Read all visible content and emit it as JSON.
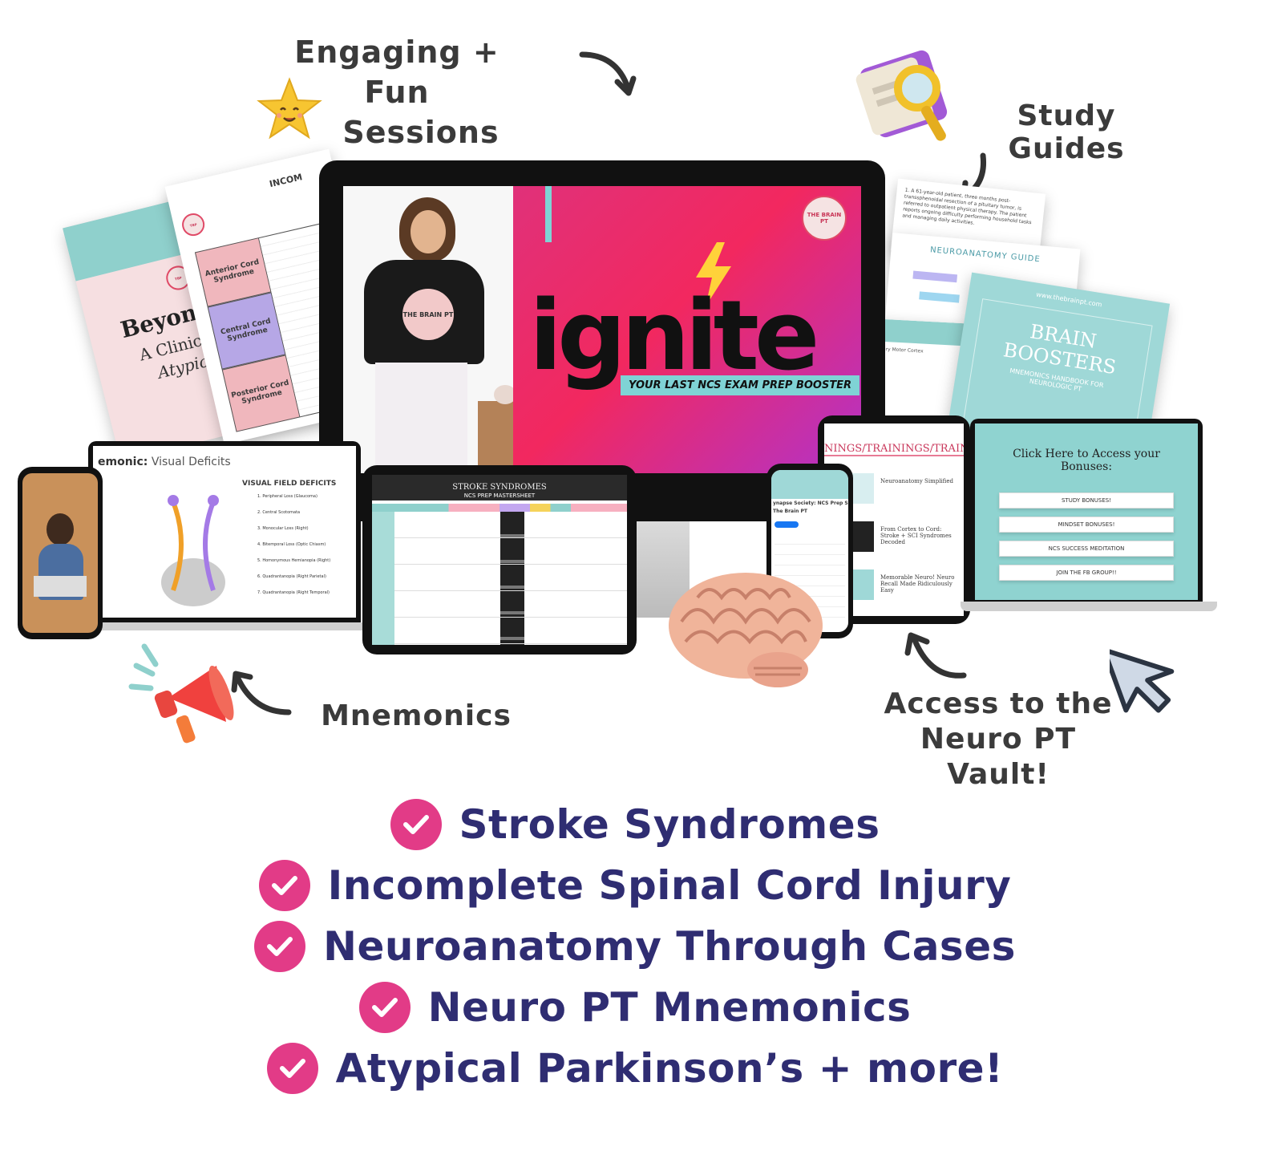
{
  "callouts": {
    "engaging_line1": "Engaging + Fun",
    "engaging_line2": "Sessions",
    "study_guides": "Study Guides",
    "mnemonics": "Mnemonics",
    "vault_line1": "Access to the",
    "vault_line2": "Neuro PT Vault!"
  },
  "hero": {
    "brand_badge": "THE BRAIN PT",
    "sweatshirt_logo": "THE BRAIN PT",
    "title": "ignite",
    "subtitle": "YOUR LAST NCS EXAM PREP BOOSTER"
  },
  "docs": {
    "beyond_title": "Beyond P",
    "beyond_sub1": "A Clinical Ex",
    "beyond_sub2": "Atypical P",
    "incomplete_header": "INCOM",
    "syndromes": [
      "Anterior Cord Syndrome",
      "Central Cord Syndrome",
      "Posterior Cord Syndrome"
    ],
    "neuro_guide_title": "NEUROANATOMY GUIDE",
    "brain_boosters_url": "www.thebrainpt.com",
    "brain_boosters_title1": "BRAIN",
    "brain_boosters_title2": "BOOSTERS",
    "brain_boosters_sub": "MNEMONICS HANDBOOK FOR NEUROLOGIC PT"
  },
  "laptop_left": {
    "title_bold": "emonic:",
    "title_light": "Visual Deficits",
    "panel_title": "VISUAL FIELD DEFICITS",
    "deficits": [
      "1. Peripheral Loss (Glaucoma)",
      "2. Central Scotomata",
      "3. Monocular Loss (Right)",
      "4. Bitemporal Loss (Optic Chiasm)",
      "5. Homonymous Hemianopia (Right)",
      "6. Quadrantanopia (Right Parietal)",
      "7. Quadrantanopia (Right Temporal)"
    ]
  },
  "tablet_center": {
    "title1": "STROKE SYNDROMES",
    "title2": "NCS PREP MASTERSHEET"
  },
  "tablet_right": {
    "banner": "NINGS/TRAININGS/TRAINI",
    "items": [
      "Neuroanatomy Simplified",
      "From Cortex to Cord: Stroke + SCI Syndromes Decoded",
      "Memorable Neuro! Neuro Recall Made Ridiculously Easy"
    ]
  },
  "phone_right": {
    "group_name": "ynapse Society: NCS Prep Suppo",
    "owner": "The Brain PT"
  },
  "laptop_right": {
    "heading": "Click Here to Access your Bonuses:",
    "buttons": [
      "STUDY BONUSES!",
      "MINDSET BONUSES!",
      "NCS SUCCESS MEDITATION",
      "JOIN THE FB GROUP!!"
    ]
  },
  "features": [
    "Stroke Syndromes",
    "Incomplete Spinal Cord Injury",
    "Neuroanatomy Through Cases",
    "Neuro PT Mnemonics",
    "Atypical Parkinson’s + more!"
  ],
  "colors": {
    "accent_pink": "#e23b87",
    "feature_text": "#2f2d72",
    "teal": "#7fd3d5",
    "ignite_gradient_start": "#e0317a",
    "ignite_gradient_end": "#b233c9"
  },
  "icons": [
    "star-face-icon",
    "magnifier-docs-icon",
    "megaphone-icon",
    "cursor-arrow-icon",
    "brain-model-icon",
    "check-icon"
  ]
}
